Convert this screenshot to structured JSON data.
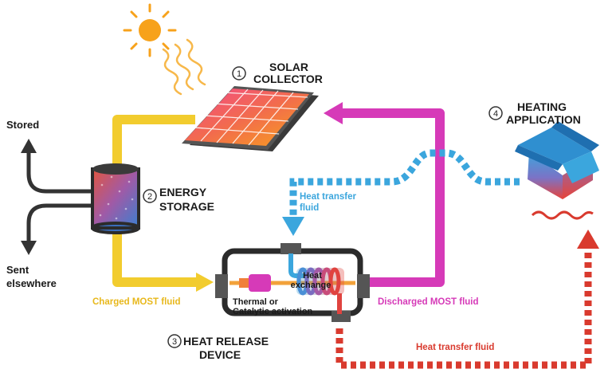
{
  "steps": {
    "solar_collector": {
      "number": "1",
      "line1": "SOLAR",
      "line2": "COLLECTOR"
    },
    "energy_storage": {
      "number": "2",
      "line1": "ENERGY",
      "line2": "STORAGE"
    },
    "heat_release": {
      "number": "3",
      "line1": "HEAT RELEASE",
      "line2": "DEVICE"
    },
    "heating_application": {
      "number": "4",
      "line1": "HEATING",
      "line2": "APPLICATION"
    }
  },
  "storage_outputs": {
    "stored": "Stored",
    "sent_line1": "Sent",
    "sent_line2": "elsewhere"
  },
  "flows": {
    "charged": "Charged MOST fluid",
    "discharged": "Discharged MOST fluid",
    "heat_transfer_top_line1": "Heat transfer",
    "heat_transfer_top_line2": "fluid",
    "heat_transfer_bottom": "Heat transfer fluid"
  },
  "device": {
    "activation_line1": "Thermal or",
    "activation_line2": "Catalytic activation",
    "exchange_line1": "Heat",
    "exchange_line2": "exchange"
  },
  "colors": {
    "charged": "#f2cc2e",
    "discharged": "#d63ab8",
    "heat_cool": "#3ba6dd",
    "heat_hot": "#d93a2e",
    "sun": "#f7a21b",
    "arrow_dark": "#333333"
  }
}
